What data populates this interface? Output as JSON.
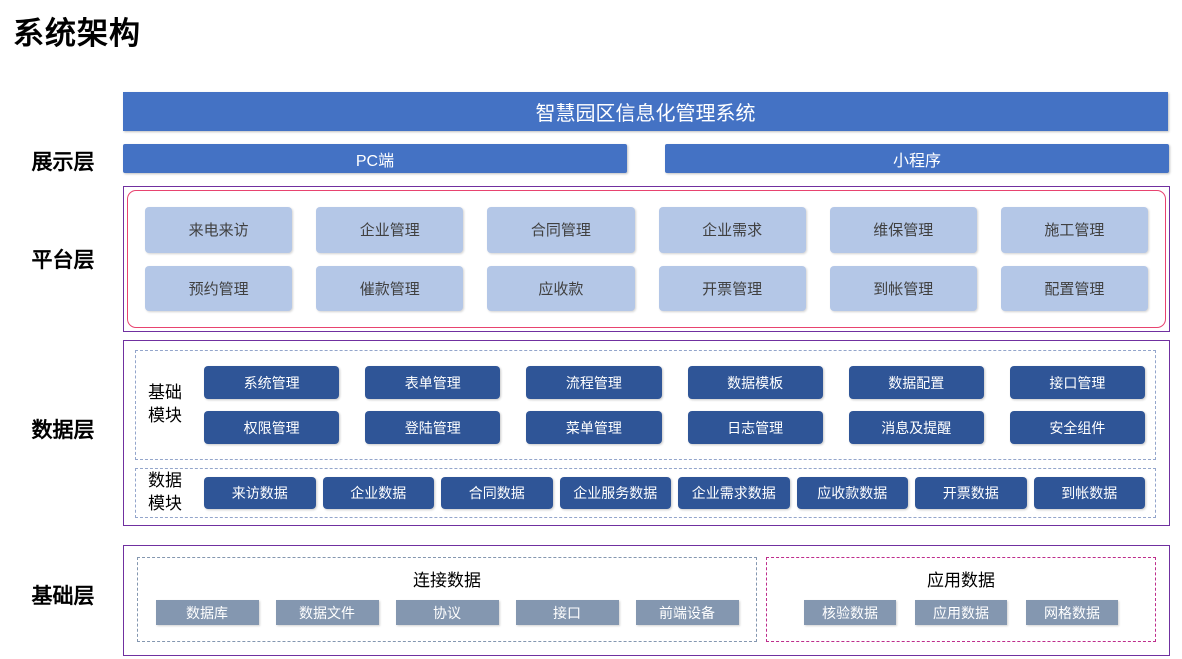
{
  "page": {
    "title": "系统架构"
  },
  "banner": {
    "label": "智慧园区信息化管理系统"
  },
  "layers": {
    "presentation": {
      "label": "展示层",
      "items": [
        "PC端",
        "小程序"
      ]
    },
    "platform": {
      "label": "平台层",
      "items": [
        "来电来访",
        "企业管理",
        "合同管理",
        "企业需求",
        "维保管理",
        "施工管理",
        "预约管理",
        "催款管理",
        "应收款",
        "开票管理",
        "到帐管理",
        "配置管理"
      ]
    },
    "data": {
      "label": "数据层",
      "basic_module": {
        "label": "基础模块",
        "items": [
          "系统管理",
          "表单管理",
          "流程管理",
          "数据模板",
          "数据配置",
          "接口管理",
          "权限管理",
          "登陆管理",
          "菜单管理",
          "日志管理",
          "消息及提醒",
          "安全组件"
        ]
      },
      "data_module": {
        "label": "数据模块",
        "items": [
          "来访数据",
          "企业数据",
          "合同数据",
          "企业服务数据",
          "企业需求数据",
          "应收款数据",
          "开票数据",
          "到帐数据"
        ]
      }
    },
    "base": {
      "label": "基础层",
      "connection": {
        "title": "连接数据",
        "items": [
          "数据库",
          "数据文件",
          "协议",
          "接口",
          "前端设备"
        ]
      },
      "application": {
        "title": "应用数据",
        "items": [
          "核验数据",
          "应用数据",
          "网格数据"
        ]
      }
    }
  },
  "colors": {
    "accent_blue": "#4472C4",
    "light_blue": "#B4C7E7",
    "dark_blue": "#2F5597",
    "gray_blue": "#8497B0",
    "purple_border": "#7030A0",
    "red_border": "#E8436F",
    "magenta_border": "#BE2D8C"
  }
}
